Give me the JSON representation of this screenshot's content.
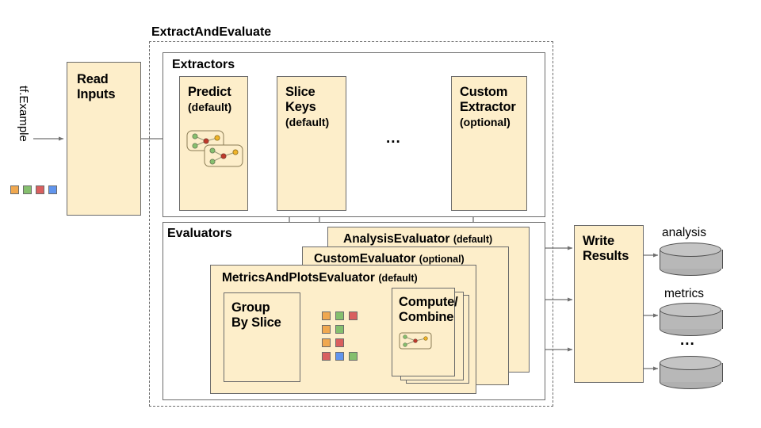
{
  "diagram": {
    "title": "TensorFlow Model Analysis ExtractAndEvaluate pipeline",
    "input_label": "tf.Example",
    "ellipsis": "...",
    "colors": {
      "box_fill": "#fdeeca",
      "box_stroke": "#6b6b6b",
      "cylinder_fill": "#b8b8b8",
      "chip_orange": "#f0a84f",
      "chip_green": "#85bf6e",
      "chip_red": "#d95f5f",
      "chip_blue": "#6195ed",
      "arrow": "#707070"
    }
  },
  "input_chips": [
    "chip_orange",
    "chip_green",
    "chip_red",
    "chip_blue"
  ],
  "read_inputs": {
    "line1": "Read",
    "line2": "Inputs"
  },
  "extract_and_evaluate": {
    "label": "ExtractAndEvaluate",
    "extractors": {
      "label": "Extractors",
      "items": [
        {
          "line1": "Predict",
          "line2": "",
          "qualifier": "(default)",
          "has_graph_icon": true
        },
        {
          "line1": "Slice",
          "line2": "Keys",
          "qualifier": "(default)",
          "has_graph_icon": false
        },
        {
          "line1": "Custom",
          "line2": "Extractor",
          "qualifier": "(optional)",
          "has_graph_icon": false
        }
      ],
      "separator": "..."
    },
    "evaluators": {
      "label": "Evaluators",
      "cards": [
        {
          "name": "AnalysisEvaluator",
          "qualifier": "(default)"
        },
        {
          "name": "CustomEvaluator",
          "qualifier": "(optional)"
        },
        {
          "name": "MetricsAndPlotsEvaluator",
          "qualifier": "(default)"
        }
      ],
      "group_by_slice": {
        "line1": "Group",
        "line2": "By Slice"
      },
      "compute_combine": {
        "line1": "Compute/",
        "line2": "Combine"
      },
      "slice_chip_rows": [
        [
          "chip_orange",
          "chip_green",
          "chip_red"
        ],
        [
          "chip_orange",
          "chip_green"
        ],
        [
          "chip_orange",
          "chip_red"
        ],
        [
          "chip_red",
          "chip_blue",
          "chip_green"
        ]
      ]
    }
  },
  "write_results": {
    "line1": "Write",
    "line2": "Results"
  },
  "outputs": [
    {
      "label": "analysis"
    },
    {
      "label": "metrics"
    },
    {
      "label": "..."
    }
  ]
}
